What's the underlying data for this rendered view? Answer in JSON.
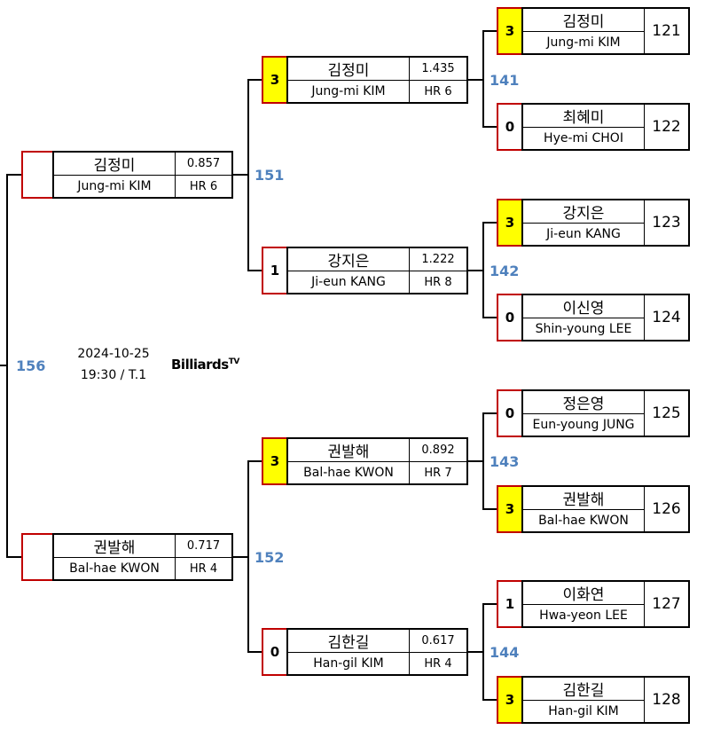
{
  "event": {
    "date": "2024-10-25",
    "time_table": "19:30 / T.1",
    "logo": "Billiards",
    "logo_sup": "TV"
  },
  "match_numbers": {
    "final": "156",
    "semi_top": "151",
    "semi_bottom": "152",
    "qf1": "141",
    "qf2": "142",
    "qf3": "143",
    "qf4": "144"
  },
  "final": [
    {
      "kr": "김정미",
      "en": "Jung-mi KIM",
      "avg": "0.857",
      "hr": "HR 6",
      "score": ""
    },
    {
      "kr": "권발해",
      "en": "Bal-hae KWON",
      "avg": "0.717",
      "hr": "HR 4",
      "score": ""
    }
  ],
  "semifinal": [
    {
      "kr": "김정미",
      "en": "Jung-mi KIM",
      "avg": "1.435",
      "hr": "HR 6",
      "score": "3"
    },
    {
      "kr": "강지은",
      "en": "Ji-eun KANG",
      "avg": "1.222",
      "hr": "HR 8",
      "score": "1"
    },
    {
      "kr": "권발해",
      "en": "Bal-hae KWON",
      "avg": "0.892",
      "hr": "HR 7",
      "score": "3"
    },
    {
      "kr": "김한길",
      "en": "Han-gil KIM",
      "avg": "0.617",
      "hr": "HR 4",
      "score": "0"
    }
  ],
  "quarterfinal": [
    {
      "kr": "김정미",
      "en": "Jung-mi KIM",
      "seed": "121",
      "score": "3"
    },
    {
      "kr": "최혜미",
      "en": "Hye-mi CHOI",
      "seed": "122",
      "score": "0"
    },
    {
      "kr": "강지은",
      "en": "Ji-eun KANG",
      "seed": "123",
      "score": "3"
    },
    {
      "kr": "이신영",
      "en": "Shin-young LEE",
      "seed": "124",
      "score": "0"
    },
    {
      "kr": "정은영",
      "en": "Eun-young JUNG",
      "seed": "125",
      "score": "0"
    },
    {
      "kr": "권발해",
      "en": "Bal-hae KWON",
      "seed": "126",
      "score": "3"
    },
    {
      "kr": "이화연",
      "en": "Hwa-yeon LEE",
      "seed": "127",
      "score": "1"
    },
    {
      "kr": "김한길",
      "en": "Han-gil KIM",
      "seed": "128",
      "score": "3"
    }
  ],
  "colors": {
    "winner_fill": "#ffff00",
    "score_border": "#c00000",
    "match_number": "#4f81bd"
  }
}
